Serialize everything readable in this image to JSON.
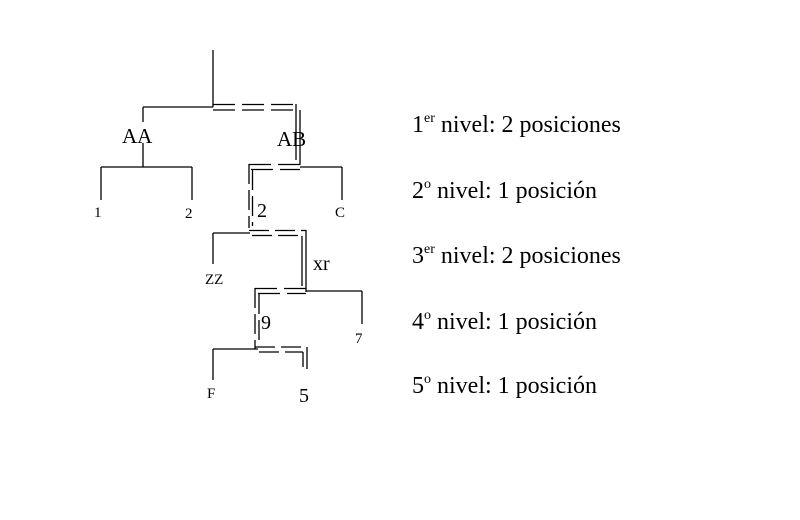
{
  "tree": {
    "labels": {
      "aa": "AA",
      "ab": "AB",
      "one": "1",
      "two_leaf": "2",
      "c": "C",
      "two": "2",
      "zz": "ZZ",
      "xr": "xr",
      "nine": "9",
      "seven": "7",
      "f": "F",
      "five": "5"
    },
    "colors": {
      "stroke": "#000000",
      "background": "#ffffff"
    }
  },
  "levels": [
    {
      "num": "1",
      "sup": "er",
      "text": " nivel: 2 posiciones"
    },
    {
      "num": "2",
      "sup": "o",
      "text": " nivel: 1 posición"
    },
    {
      "num": "3",
      "sup": "er",
      "text": " nivel: 2 posiciones"
    },
    {
      "num": "4",
      "sup": "o",
      "text": " nivel: 1 posición"
    },
    {
      "num": "5",
      "sup": "o",
      "text": " nivel: 1 posición"
    }
  ]
}
